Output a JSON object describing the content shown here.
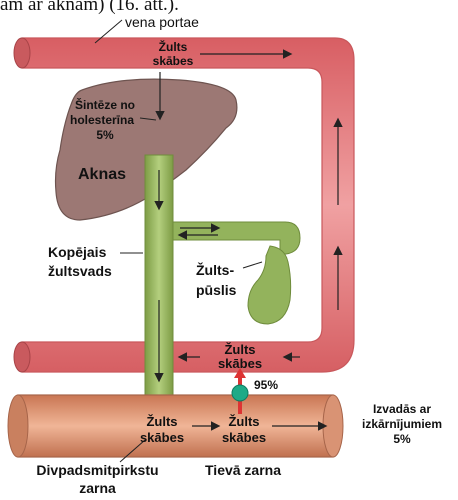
{
  "header": {
    "caption_fragment": "am ar aknām) (16. att.)."
  },
  "labels": {
    "vena_portae": "vena portae",
    "zults_top_1": "Žults",
    "zults_top_2": "skābes",
    "sinteze_1": "Šintēze no",
    "sinteze_2": "holesterīna",
    "sinteze_3": "5%",
    "aknas": "Aknas",
    "kopejais_1": "Kopējais",
    "kopejais_2": "žultsvads",
    "zultspuslis_1": "Žults-",
    "zultspuslis_2": "pūslis",
    "zults_mid_1": "Žults",
    "zults_mid_2": "skābes",
    "pct_95": "95%",
    "zults_left_1": "Žults",
    "zults_left_2": "skābes",
    "zults_right_1": "Žults",
    "zults_right_2": "skābes",
    "izvadas_1": "Izvadās ar",
    "izvadas_2": "izkārnījumiem",
    "izvadas_3": "5%",
    "divpad_1": "Divpadsmitpirkstu",
    "divpad_2": "zarna",
    "tieva": "Tievā zarna"
  },
  "colors": {
    "vein": "#e8787b",
    "vein_edge": "#c9585c",
    "liver": "#9b7773",
    "liver_edge": "#6e5450",
    "duct": "#93b35c",
    "duct_edge": "#6f8c3c",
    "intestine": "#d98f6c",
    "intestine_edge": "#a7654a",
    "transporter": "#1eaa87"
  }
}
